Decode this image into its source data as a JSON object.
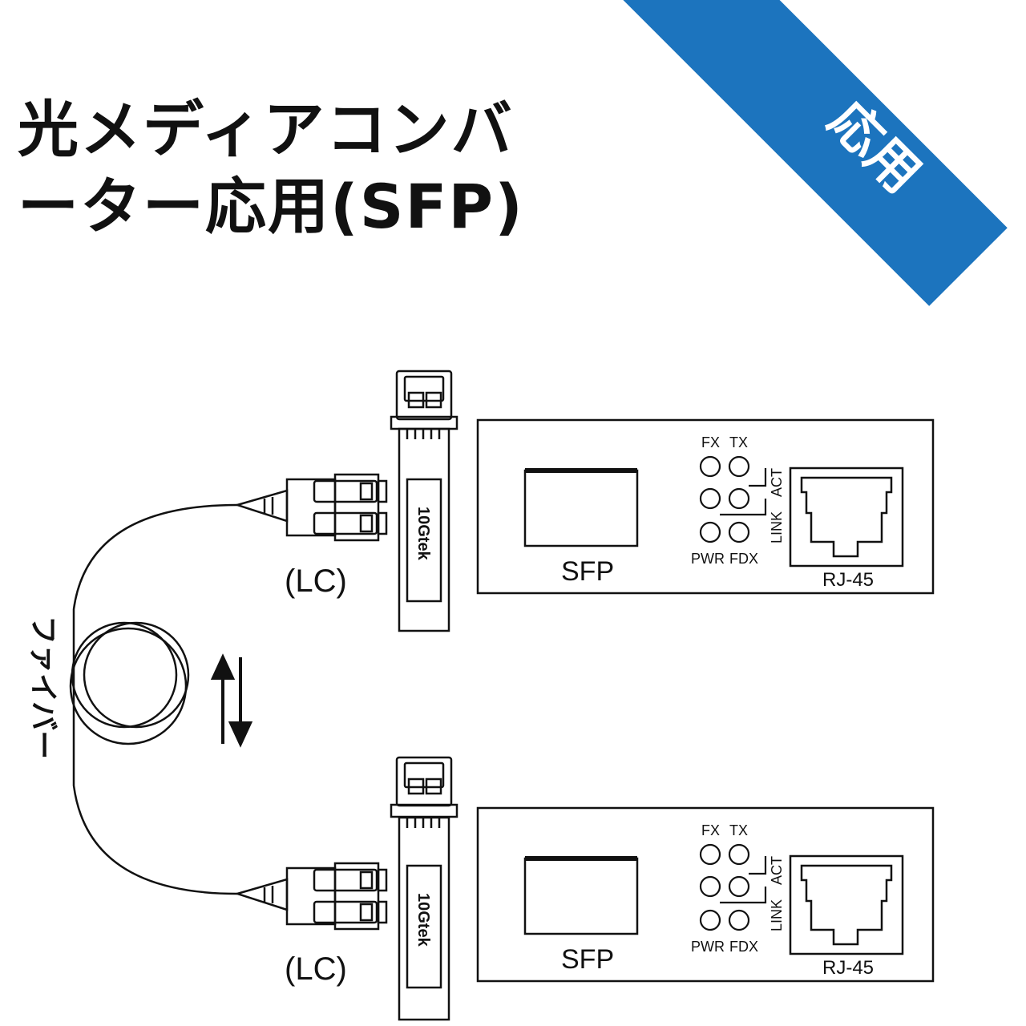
{
  "title": {
    "line1": "光メディアコンバ",
    "line2": "ーター応用(SFP)"
  },
  "banner": {
    "label": "応用"
  },
  "fiber_label": "ファイバー",
  "units": [
    {
      "connector_label": "(LC)",
      "module_brand": "10Gtek",
      "port_label": "SFP",
      "leds": {
        "fx": "FX",
        "tx": "TX",
        "pwr": "PWR",
        "fdx": "FDX",
        "act": "ACT",
        "link": "LINK"
      },
      "rj45_label": "RJ-45"
    },
    {
      "connector_label": "(LC)",
      "module_brand": "10Gtek",
      "port_label": "SFP",
      "leds": {
        "fx": "FX",
        "tx": "TX",
        "pwr": "PWR",
        "fdx": "FDX",
        "act": "ACT",
        "link": "LINK"
      },
      "rj45_label": "RJ-45"
    }
  ],
  "colors": {
    "banner": "#1c74be",
    "line": "#111111"
  }
}
